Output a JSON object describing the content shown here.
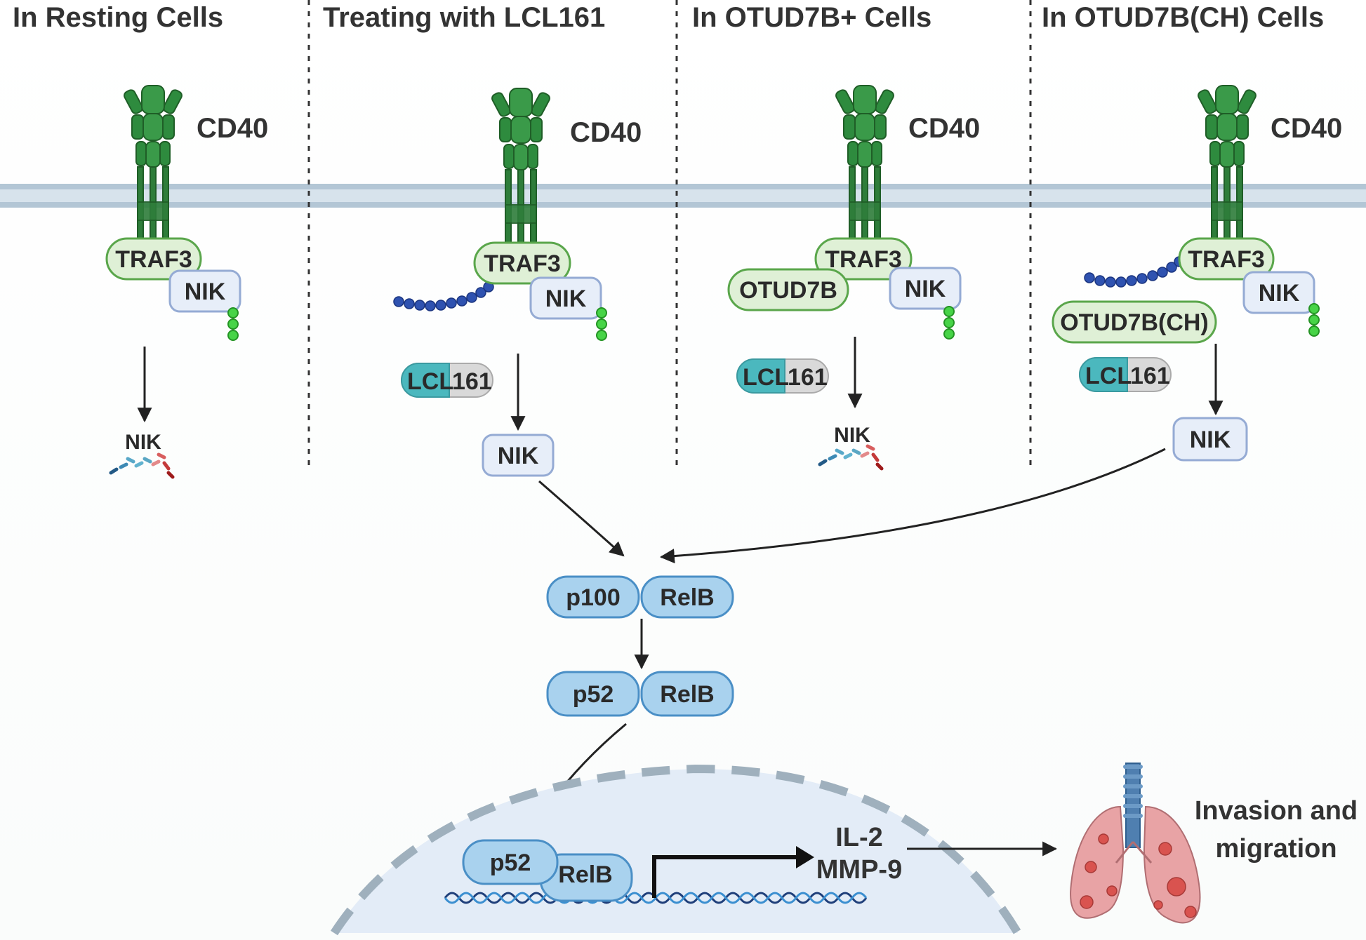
{
  "headers": [
    "In Resting Cells",
    "Treating with LCL161",
    "In OTUD7B+ Cells",
    "In OTUD7B(CH) Cells"
  ],
  "receptor": "CD40",
  "proteins": {
    "traf3": "TRAF3",
    "nik": "NIK",
    "otud7b": "OTUD7B",
    "otud7b_ch": "OTUD7B(CH)",
    "p100": "p100",
    "relb": "RelB",
    "p52": "p52"
  },
  "drug": {
    "part1": "LCL",
    "part2": "161"
  },
  "genes": {
    "gene1": "IL-2",
    "gene2": "MMP-9"
  },
  "outcome": {
    "line1": "Invasion and",
    "line2": "migration"
  },
  "colors": {
    "receptor_green": "#2e7d3a",
    "traf3_fill": "#dff0d6",
    "nik_fill": "#e7eef9",
    "complex_fill": "#a9d2ee",
    "ubiquitin_blue": "#2f52b0",
    "phospho_green": "#3fcf3f",
    "drug_teal": "#4bb8be",
    "nucleus_fill": "#e3ecf7",
    "lung_pink": "#e8a3a5"
  },
  "icons": [
    "cd40-receptor-icon",
    "ubiquitin-chain-icon",
    "phosphorylation-icon",
    "degradation-icon",
    "dna-icon",
    "lungs-icon"
  ]
}
